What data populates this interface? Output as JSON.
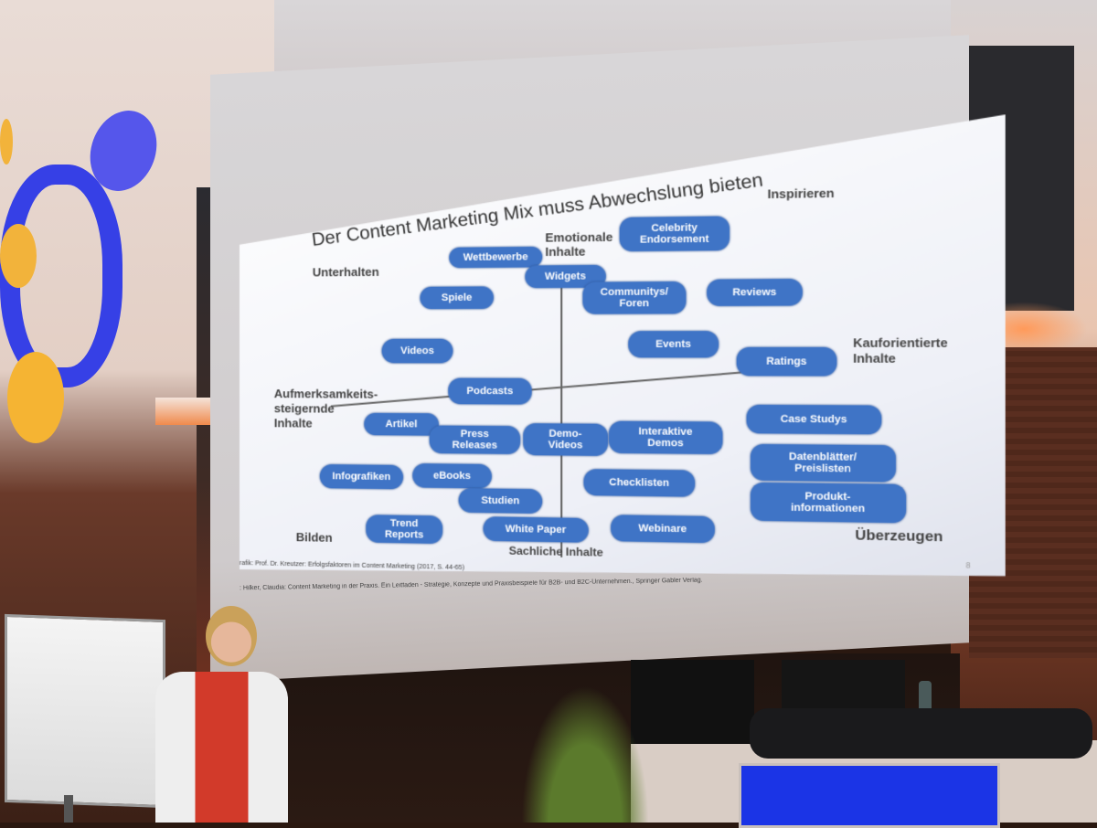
{
  "slide": {
    "title": "Der Content Marketing Mix muss Abwechslung bieten",
    "corners": {
      "top_left": "Unterhalten",
      "top_right": "Inspirieren",
      "bottom_left": "Bilden",
      "bottom_right": "Überzeugen"
    },
    "axes": {
      "top": "Emotionale\nInhalte",
      "bottom": "Sachliche Inhalte",
      "left": "Aufmerksamkeits-\nsteigernde\nInhalte",
      "right": "Kauforientierte\nInhalte"
    },
    "items": [
      "Wettbewerbe",
      "Celebrity\nEndorsement",
      "Widgets",
      "Spiele",
      "Communitys/\nForen",
      "Reviews",
      "Videos",
      "Events",
      "Ratings",
      "Podcasts",
      "Artikel",
      "Press\nReleases",
      "Demo-\nVideos",
      "Interaktive\nDemos",
      "Case Studys",
      "Datenblätter/\nPreislisten",
      "Infografiken",
      "eBooks",
      "Checklisten",
      "Produkt-\ninformationen",
      "Studien",
      "Trend\nReports",
      "White Paper",
      "Webinare"
    ],
    "footnote_1": "rafik: Prof. Dr. Kreutzer: Erfolgsfaktoren im Content Marketing (2017, S. 44-65)",
    "footnote_2": ": Hilker, Claudia: Content Marketing in der Praxis. Ein Leitfaden - Strategie, Konzepte und Praxisbeispiele für B2B- und B2C-Unternehmen., Springer Gabler Verlag.",
    "page_number": "8"
  },
  "colors": {
    "pill": "#3f74c6",
    "wall_glow": "#f08a4c",
    "logo_blue": "#3640e6",
    "logo_yellow": "#f5b433"
  }
}
